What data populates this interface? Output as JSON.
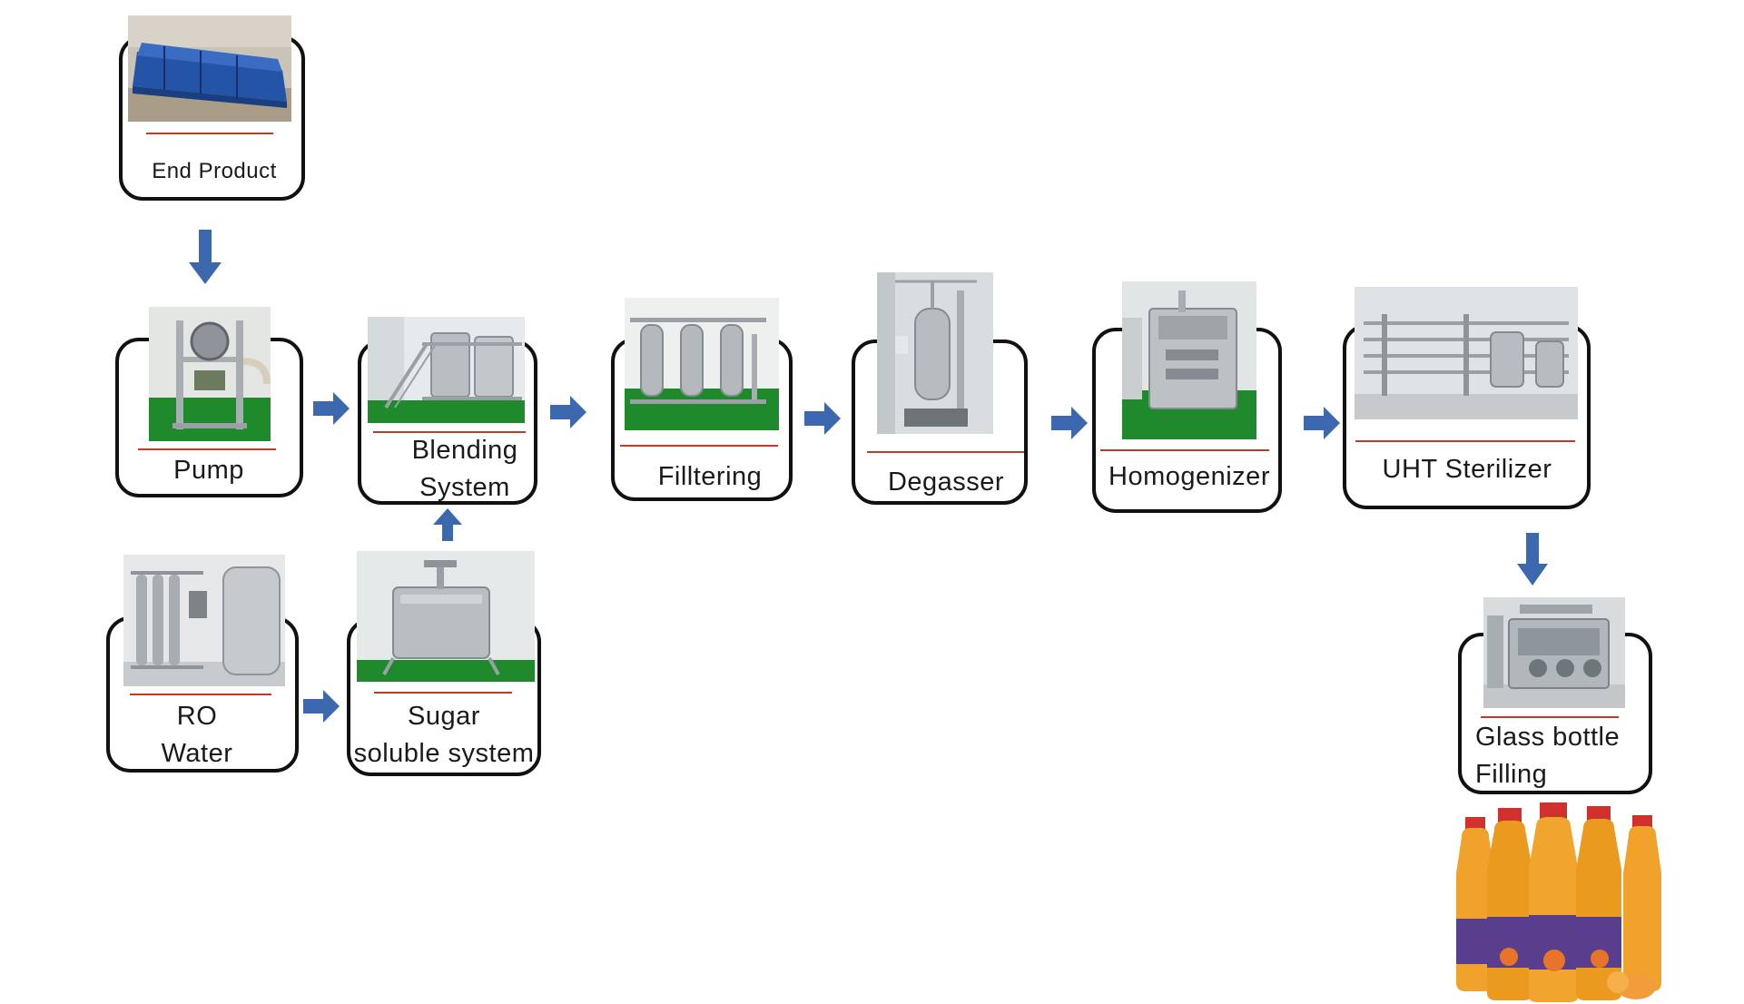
{
  "colors": {
    "arrow": "#3b68ae",
    "border": "#111111",
    "underline": "#c0392b",
    "floor_green": "#1e8a2c",
    "steel": "#b8bcc0",
    "blue_frames": "#2354a8",
    "juice_orange": "#f0a22a"
  },
  "nodes": {
    "end_product": {
      "label": "End Product"
    },
    "pump": {
      "label": "Pump"
    },
    "blending": {
      "label": "Blending\nSystem"
    },
    "filtering": {
      "label": "Filltering"
    },
    "degasser": {
      "label": "Degasser"
    },
    "homogenizer": {
      "label": "Homogenizer"
    },
    "uht": {
      "label": "UHT Sterilizer"
    },
    "ro_water": {
      "label": "RO\nWater"
    },
    "sugar": {
      "label": "Sugar\nsoluble system"
    },
    "glass_filling": {
      "label": "Glass bottle\nFilling"
    }
  },
  "photos": {
    "end_product": "blue-frame-stack-photo",
    "pump": "pump-photo",
    "blending": "blending-tank-photo",
    "filtering": "filter-housings-photo",
    "degasser": "degasser-tank-photo",
    "homogenizer": "homogenizer-photo",
    "uht": "uht-sterilizer-photo",
    "ro_water": "ro-water-system-photo",
    "sugar": "sugar-dissolving-tank-photo",
    "glass_filling": "bottle-filling-machine-photo",
    "juice_bottles": "juice-bottles-photo"
  }
}
